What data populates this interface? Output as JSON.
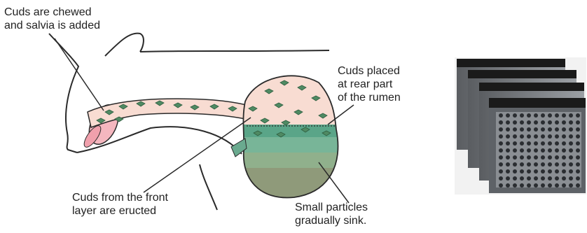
{
  "labels": {
    "chew": "Cuds are chewed\nand salvia is added",
    "rear": "Cuds placed\nat rear part\nof the rumen",
    "front": "Cuds from the front\nlayer are eructed",
    "small": "Small particles\ngradually sink."
  },
  "colors": {
    "outline": "#2a2a2a",
    "esophagus": "#f8dcd2",
    "mouth": "#f5b7bf",
    "cud": "#4f8a63",
    "rumen_top": "#f8dcd2",
    "rumen_band1": "#5aa588",
    "rumen_band2": "#78b598",
    "rumen_band3": "#90b08c",
    "rumen_bottom": "#8f9a7a",
    "tray_frame": "#1a1a1a",
    "tray_mesh": "#8a8e93"
  },
  "icons": {
    "diagram": "cow-rumination-diagram",
    "side_image": "stacked-sieve-trays"
  }
}
